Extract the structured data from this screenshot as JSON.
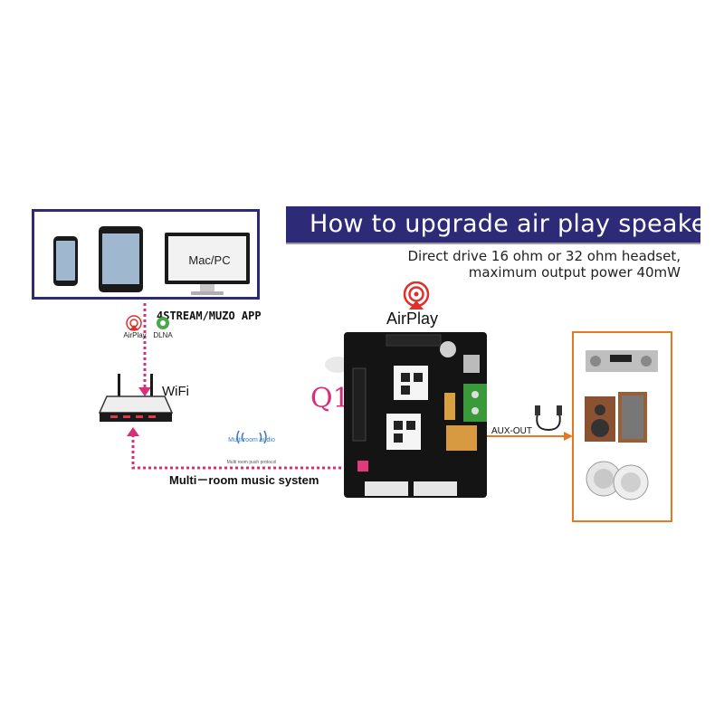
{
  "title": "How to upgrade air play speaker",
  "subtitle": {
    "line1": "Direct drive 16 ohm or 32 ohm headset,",
    "line2": "maximum output power 40mW"
  },
  "devices": {
    "monitor_label": "Mac/PC",
    "app_label": "4STREAM/MUZO APP"
  },
  "protocols": {
    "airplay_small": "AirPlay",
    "dlna": "DLNA",
    "airplay_big": "AirPlay"
  },
  "router": {
    "label": "WiFi"
  },
  "board": {
    "label": "Q1"
  },
  "multiroom": {
    "label": "Multi－room  music system",
    "logo_text": "Multi room audio",
    "protocol_text": "Multi room push protocol"
  },
  "output": {
    "label": "AUX-OUT"
  },
  "colors": {
    "banner": "#2d2a78",
    "link_dotted": "#d6307a",
    "aux_arrow": "#e87820",
    "speaker_box": "#e87820",
    "airplay_icon": "#e0302a"
  },
  "icons": [
    "phone-icon",
    "tablet-icon",
    "monitor-icon",
    "airplay-icon",
    "dlna-icon",
    "router-icon",
    "multiroom-wave-icon",
    "headphone-cable-icon",
    "amplifier-icon",
    "bookshelf-speaker-icon",
    "ceiling-speaker-icon"
  ]
}
